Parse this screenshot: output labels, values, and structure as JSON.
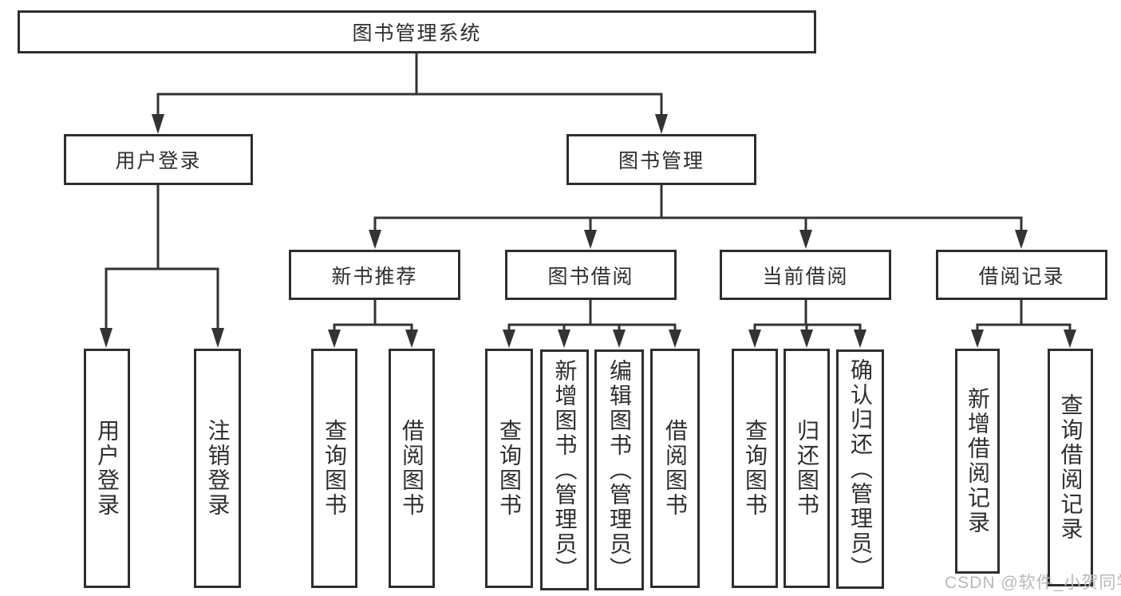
{
  "tree": {
    "root": {
      "label": "图书管理系统",
      "children": [
        {
          "label": "用户登录",
          "children": [
            {
              "label": "用户登录"
            },
            {
              "label": "注销登录"
            }
          ]
        },
        {
          "label": "图书管理",
          "children": [
            {
              "label": "新书推荐",
              "children": [
                {
                  "label": "查询图书"
                },
                {
                  "label": "借阅图书"
                }
              ]
            },
            {
              "label": "图书借阅",
              "children": [
                {
                  "label": "查询图书"
                },
                {
                  "label": "新增图书（管理员）"
                },
                {
                  "label": "编辑图书（管理员）"
                },
                {
                  "label": "借阅图书"
                }
              ]
            },
            {
              "label": "当前借阅",
              "children": [
                {
                  "label": "查询图书"
                },
                {
                  "label": "归还图书"
                },
                {
                  "label": "确认归还（管理员）"
                }
              ]
            },
            {
              "label": "借阅记录",
              "children": [
                {
                  "label": "新增借阅记录"
                },
                {
                  "label": "查询借阅记录"
                }
              ]
            }
          ]
        }
      ]
    }
  },
  "watermark": "CSDN @软件_小贺同学",
  "colors": {
    "line": "#333333",
    "box_border": "#2e2e2e",
    "box_background": "#ffffff",
    "text": "#2e2e2e",
    "watermark": "#b9b9b9",
    "page_background": "#ffffff"
  }
}
